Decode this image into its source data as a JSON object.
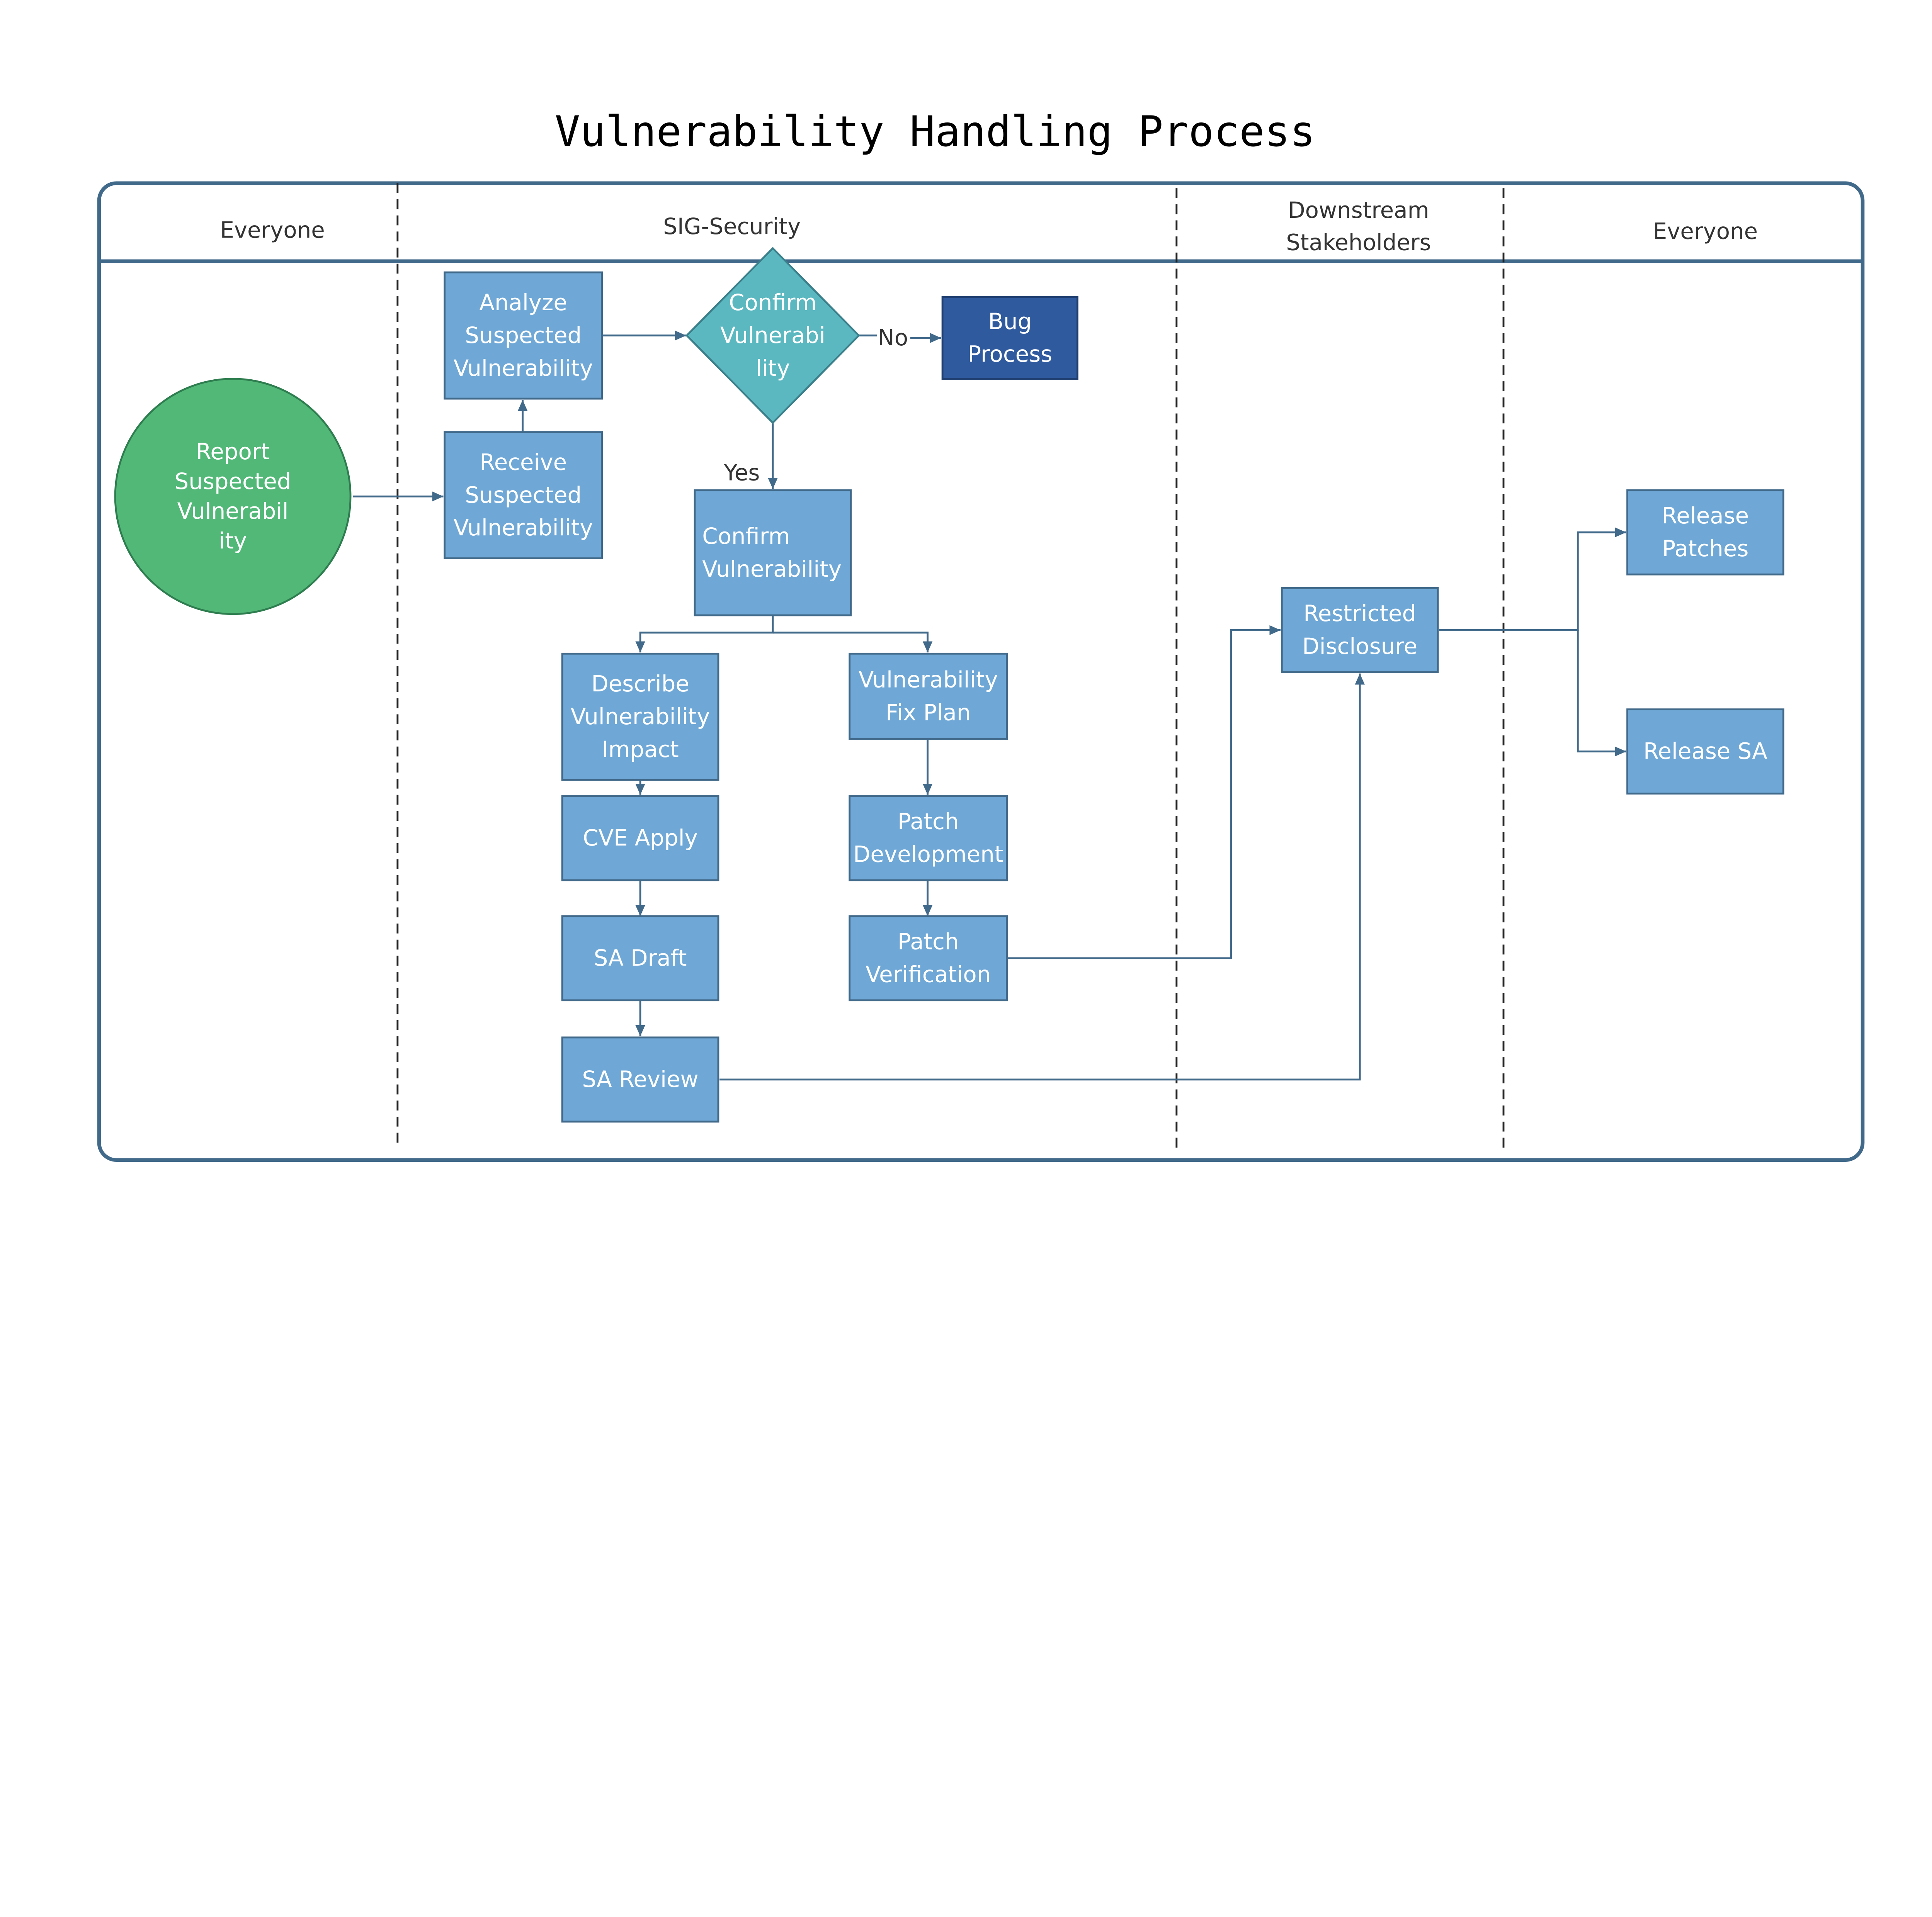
{
  "title": "Vulnerability Handling Process",
  "lanes": [
    {
      "label": [
        "Everyone"
      ]
    },
    {
      "label": [
        "SIG-Security"
      ]
    },
    {
      "label": [
        "Downstream",
        "Stakeholders"
      ]
    },
    {
      "label": [
        "Everyone"
      ]
    }
  ],
  "colors": {
    "box": "#6FA8D6",
    "box_stroke": "#41698A",
    "decision": "#5BB8C0",
    "bug": "#2F5A9E",
    "start": "#52B878",
    "start_stroke": "#2E7D4F",
    "frame": "#41698A"
  },
  "nodes": [
    {
      "id": "report",
      "shape": "circle",
      "label": [
        "Report",
        "Suspected",
        "Vulnerabil",
        "ity"
      ]
    },
    {
      "id": "receive",
      "shape": "box",
      "label": [
        "Receive",
        "Suspected",
        "Vulnerability"
      ]
    },
    {
      "id": "analyze",
      "shape": "box",
      "label": [
        "Analyze",
        "Suspected",
        "Vulnerability"
      ]
    },
    {
      "id": "confirm-decision",
      "shape": "diamond",
      "label": [
        "Confirm",
        "Vulnerabi",
        "lity"
      ]
    },
    {
      "id": "bug-process",
      "shape": "box-dark",
      "label": [
        "Bug",
        "Process"
      ]
    },
    {
      "id": "confirm",
      "shape": "box",
      "label": [
        "Confirm",
        "Vulnerability"
      ]
    },
    {
      "id": "describe",
      "shape": "box",
      "label": [
        "Describe",
        "Vulnerability",
        "Impact"
      ]
    },
    {
      "id": "fix-plan",
      "shape": "box",
      "label": [
        "Vulnerability",
        "Fix Plan"
      ]
    },
    {
      "id": "cve",
      "shape": "box",
      "label": [
        "CVE Apply"
      ]
    },
    {
      "id": "patch-dev",
      "shape": "box",
      "label": [
        "Patch",
        "Development"
      ]
    },
    {
      "id": "sa-draft",
      "shape": "box",
      "label": [
        "SA Draft"
      ]
    },
    {
      "id": "patch-verify",
      "shape": "box",
      "label": [
        "Patch",
        "Verification"
      ]
    },
    {
      "id": "sa-review",
      "shape": "box",
      "label": [
        "SA Review"
      ]
    },
    {
      "id": "restricted",
      "shape": "box",
      "label": [
        "Restricted",
        "Disclosure"
      ]
    },
    {
      "id": "release-patches",
      "shape": "box",
      "label": [
        "Release",
        "Patches"
      ]
    },
    {
      "id": "release-sa",
      "shape": "box",
      "label": [
        "Release SA"
      ]
    }
  ],
  "edge_labels": {
    "no": "No",
    "yes": "Yes"
  }
}
